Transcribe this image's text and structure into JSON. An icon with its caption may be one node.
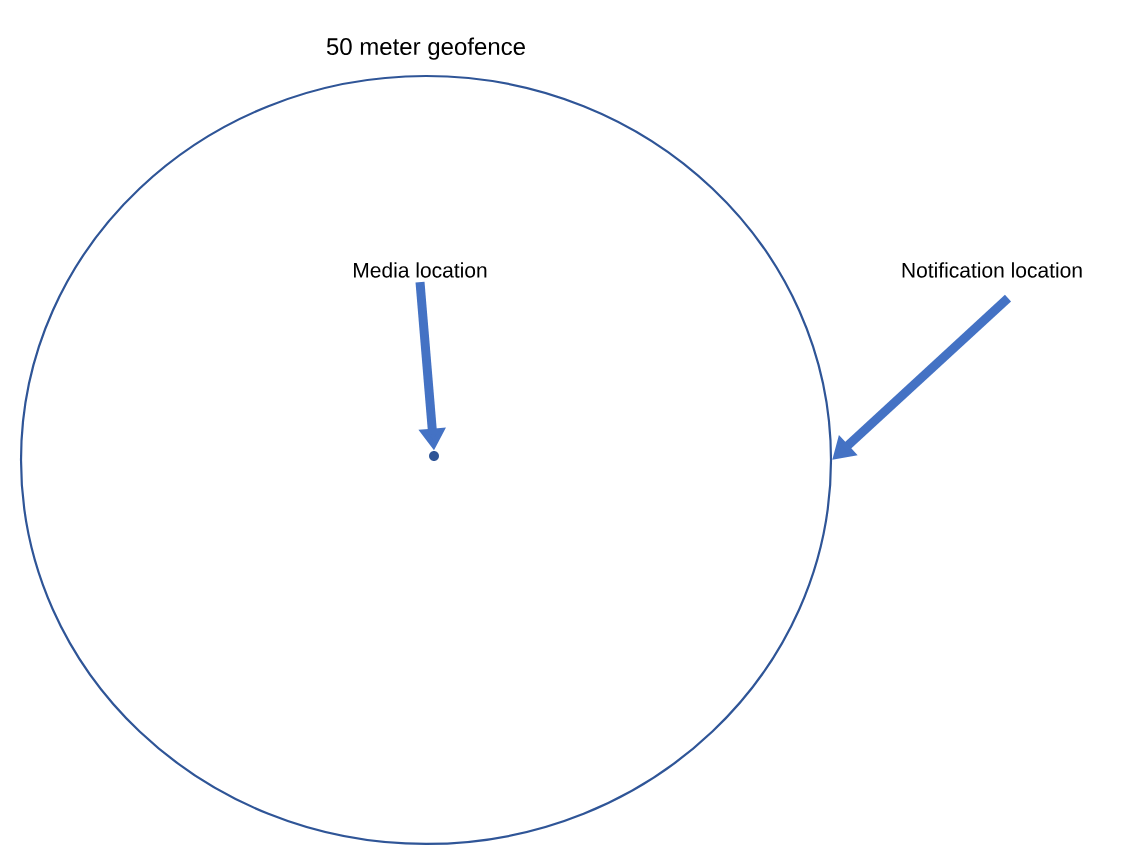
{
  "diagram": {
    "nodes": [
      {
        "text": [
          "50 meter geofence"
        ]
      },
      {
        "text": [
          "Media location"
        ],
        "in": 0
      },
      {
        "text": [],
        "shape": "circle",
        "in": 0
      },
      {
        "text": [
          "Notification location"
        ]
      }
    ],
    "edges": [
      {
        "from": 1,
        "to": 2,
        "arrow": "to"
      },
      {
        "from": 3,
        "to": 0,
        "arrow": "to"
      }
    ]
  }
}
